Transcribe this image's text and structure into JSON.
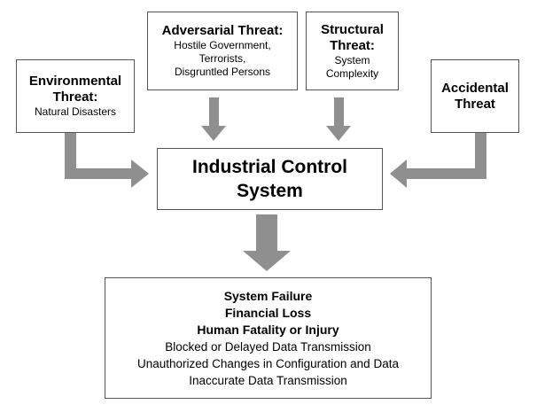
{
  "threats": {
    "environmental": {
      "title_line1": "Environmental",
      "title_line2": "Threat:",
      "desc_line1": "Natural Disasters"
    },
    "adversarial": {
      "title_line1": "Adversarial Threat:",
      "desc_line1": "Hostile Government,",
      "desc_line2": "Terrorists,",
      "desc_line3": "Disgruntled Persons"
    },
    "structural": {
      "title_line1": "Structural",
      "title_line2": "Threat:",
      "desc_line1": "System",
      "desc_line2": "Complexity"
    },
    "accidental": {
      "title_line1": "Accidental",
      "title_line2": "Threat"
    }
  },
  "center": {
    "title_line1": "Industrial Control",
    "title_line2": "System"
  },
  "consequences": {
    "bold_items": [
      "System Failure",
      "Financial Loss",
      "Human Fatality or Injury"
    ],
    "items": [
      "Blocked or Delayed Data Transmission",
      "Unauthorized Changes in Configuration and Data",
      "Inaccurate Data Transmission"
    ]
  },
  "colors": {
    "arrow": "#8f8f8f",
    "border": "#555555"
  }
}
